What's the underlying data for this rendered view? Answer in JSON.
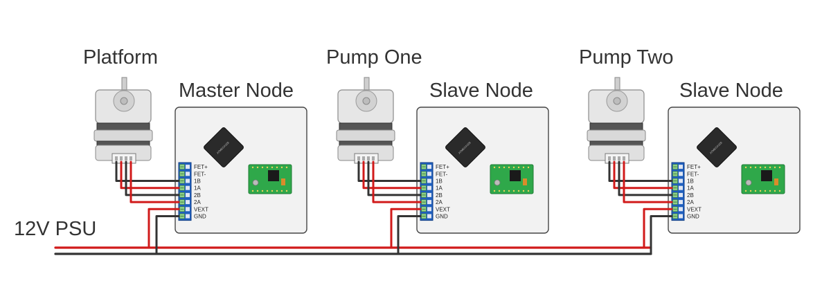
{
  "psu": {
    "label": "12V PSU"
  },
  "colors": {
    "positive_wire": "#d11a1a",
    "negative_wire": "#333333",
    "board": "#f2f2f2",
    "terminal": "#1f5fbf",
    "driver_pcb": "#2fa84a"
  },
  "units": [
    {
      "motor_label": "Platform",
      "node_label": "Master Node",
      "chip_label": "ATMEGA328"
    },
    {
      "motor_label": "Pump One",
      "node_label": "Slave Node",
      "chip_label": "ATMEGA328"
    },
    {
      "motor_label": "Pump Two",
      "node_label": "Slave Node",
      "chip_label": "ATMEGA328"
    }
  ],
  "terminal_pins": [
    "FET+",
    "FET-",
    "1B",
    "1A",
    "2B",
    "2A",
    "VEXT",
    "GND"
  ],
  "icons": [
    "stepper-motor-icon",
    "microcontroller-chip-icon",
    "stepper-driver-icon",
    "screw-terminal-icon"
  ]
}
